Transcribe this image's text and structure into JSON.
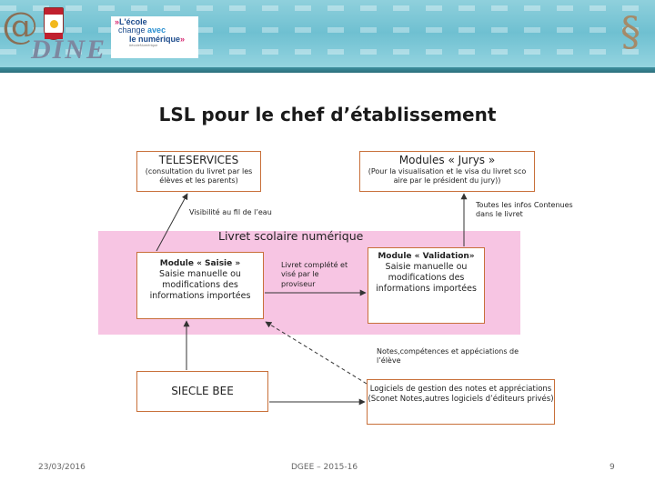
{
  "header": {
    "brand": "DINE",
    "tagline": {
      "line1": "L'école",
      "line2_a": "change",
      "line2_b": "avec",
      "line3": "le numérique",
      "line4": "#écoleNumérique"
    }
  },
  "title": "LSL pour le chef d’établissement",
  "diagram": {
    "band_title": "Livret scolaire numérique",
    "teleservices": {
      "head": "TELESERVICES",
      "sub": "(consultation du livret par les élèves et les parents)"
    },
    "jurys": {
      "head": "Modules « Jurys »",
      "sub": "(Pour la visualisation et le visa du livret sco aire par le président du jury))"
    },
    "saisie": {
      "head": "Module « Saisie »",
      "body": "Saisie manuelle ou modifications des informations importées"
    },
    "validation": {
      "head": "Module « Validation»",
      "body": "Saisie manuelle ou modifications des informations importées"
    },
    "siecle": {
      "head": "SIECLE BEE"
    },
    "logiciels": {
      "body": "Logiciels de gestion des notes et appréciations (Sconet Notes,autres logiciels d’éditeurs privés)"
    },
    "notes": {
      "visibilite": "Visibilité au fil de l’eau",
      "toutes": "Toutes les infos Contenues dans le livret",
      "complete": "Livret complété et visé par le proviseur",
      "competences": "Notes,compétences et appéciations de l’élève"
    }
  },
  "footer": {
    "date": "23/03/2016",
    "center": "DGEE – 2015-16",
    "page": "9"
  },
  "colors": {
    "box_border": "#c8703a",
    "band": "#f7c5e3",
    "banner": "#6fc0d1"
  }
}
